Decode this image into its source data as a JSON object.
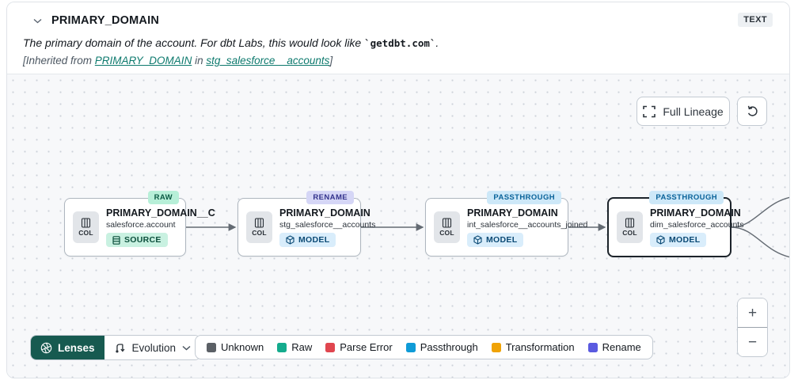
{
  "header": {
    "title": "PRIMARY_DOMAIN",
    "type_badge": "TEXT",
    "description_prefix": "The primary domain of the account. For dbt Labs, this would look like ",
    "description_code": "`getdbt.com`",
    "description_suffix": ".",
    "inherited_prefix": "[Inherited from ",
    "inherited_link_column": "PRIMARY_DOMAIN",
    "inherited_middle": " in ",
    "inherited_link_model": "stg_salesforce__accounts",
    "inherited_suffix": "]"
  },
  "toolbar": {
    "full_lineage_label": "Full Lineage"
  },
  "nodes": [
    {
      "badge": "RAW",
      "badge_color": "#b7efd8",
      "title": "PRIMARY_DOMAIN__C",
      "subtitle": "salesforce.account",
      "col_label": "COL",
      "type": "SOURCE"
    },
    {
      "badge": "RENAME",
      "badge_color": "#d5d6f6",
      "title": "PRIMARY_DOMAIN",
      "subtitle": "stg_salesforce__accounts",
      "col_label": "COL",
      "type": "MODEL"
    },
    {
      "badge": "PASSTHROUGH",
      "badge_color": "#cde8f8",
      "title": "PRIMARY_DOMAIN",
      "subtitle": "int_salesforce__accounts_joined",
      "col_label": "COL",
      "type": "MODEL"
    },
    {
      "badge": "PASSTHROUGH",
      "badge_color": "#cde8f8",
      "title": "PRIMARY_DOMAIN",
      "subtitle": "dim_salesforce_accounts",
      "col_label": "COL",
      "type": "MODEL"
    }
  ],
  "lenses": {
    "label": "Lenses",
    "selected": "Evolution",
    "accent": "#175a50"
  },
  "legend": [
    {
      "label": "Unknown",
      "color": "#5b6066"
    },
    {
      "label": "Raw",
      "color": "#14ab8d"
    },
    {
      "label": "Parse Error",
      "color": "#e0464f"
    },
    {
      "label": "Passthrough",
      "color": "#0f9bd7"
    },
    {
      "label": "Transformation",
      "color": "#f0a306"
    },
    {
      "label": "Rename",
      "color": "#5a5ae0"
    }
  ],
  "zoom_controls": {
    "zoom_in": "+",
    "zoom_out": "−"
  },
  "colors": {
    "link": "#0e7a6e",
    "edge": "#646b73",
    "canvas_bg": "#f7f8fa"
  }
}
